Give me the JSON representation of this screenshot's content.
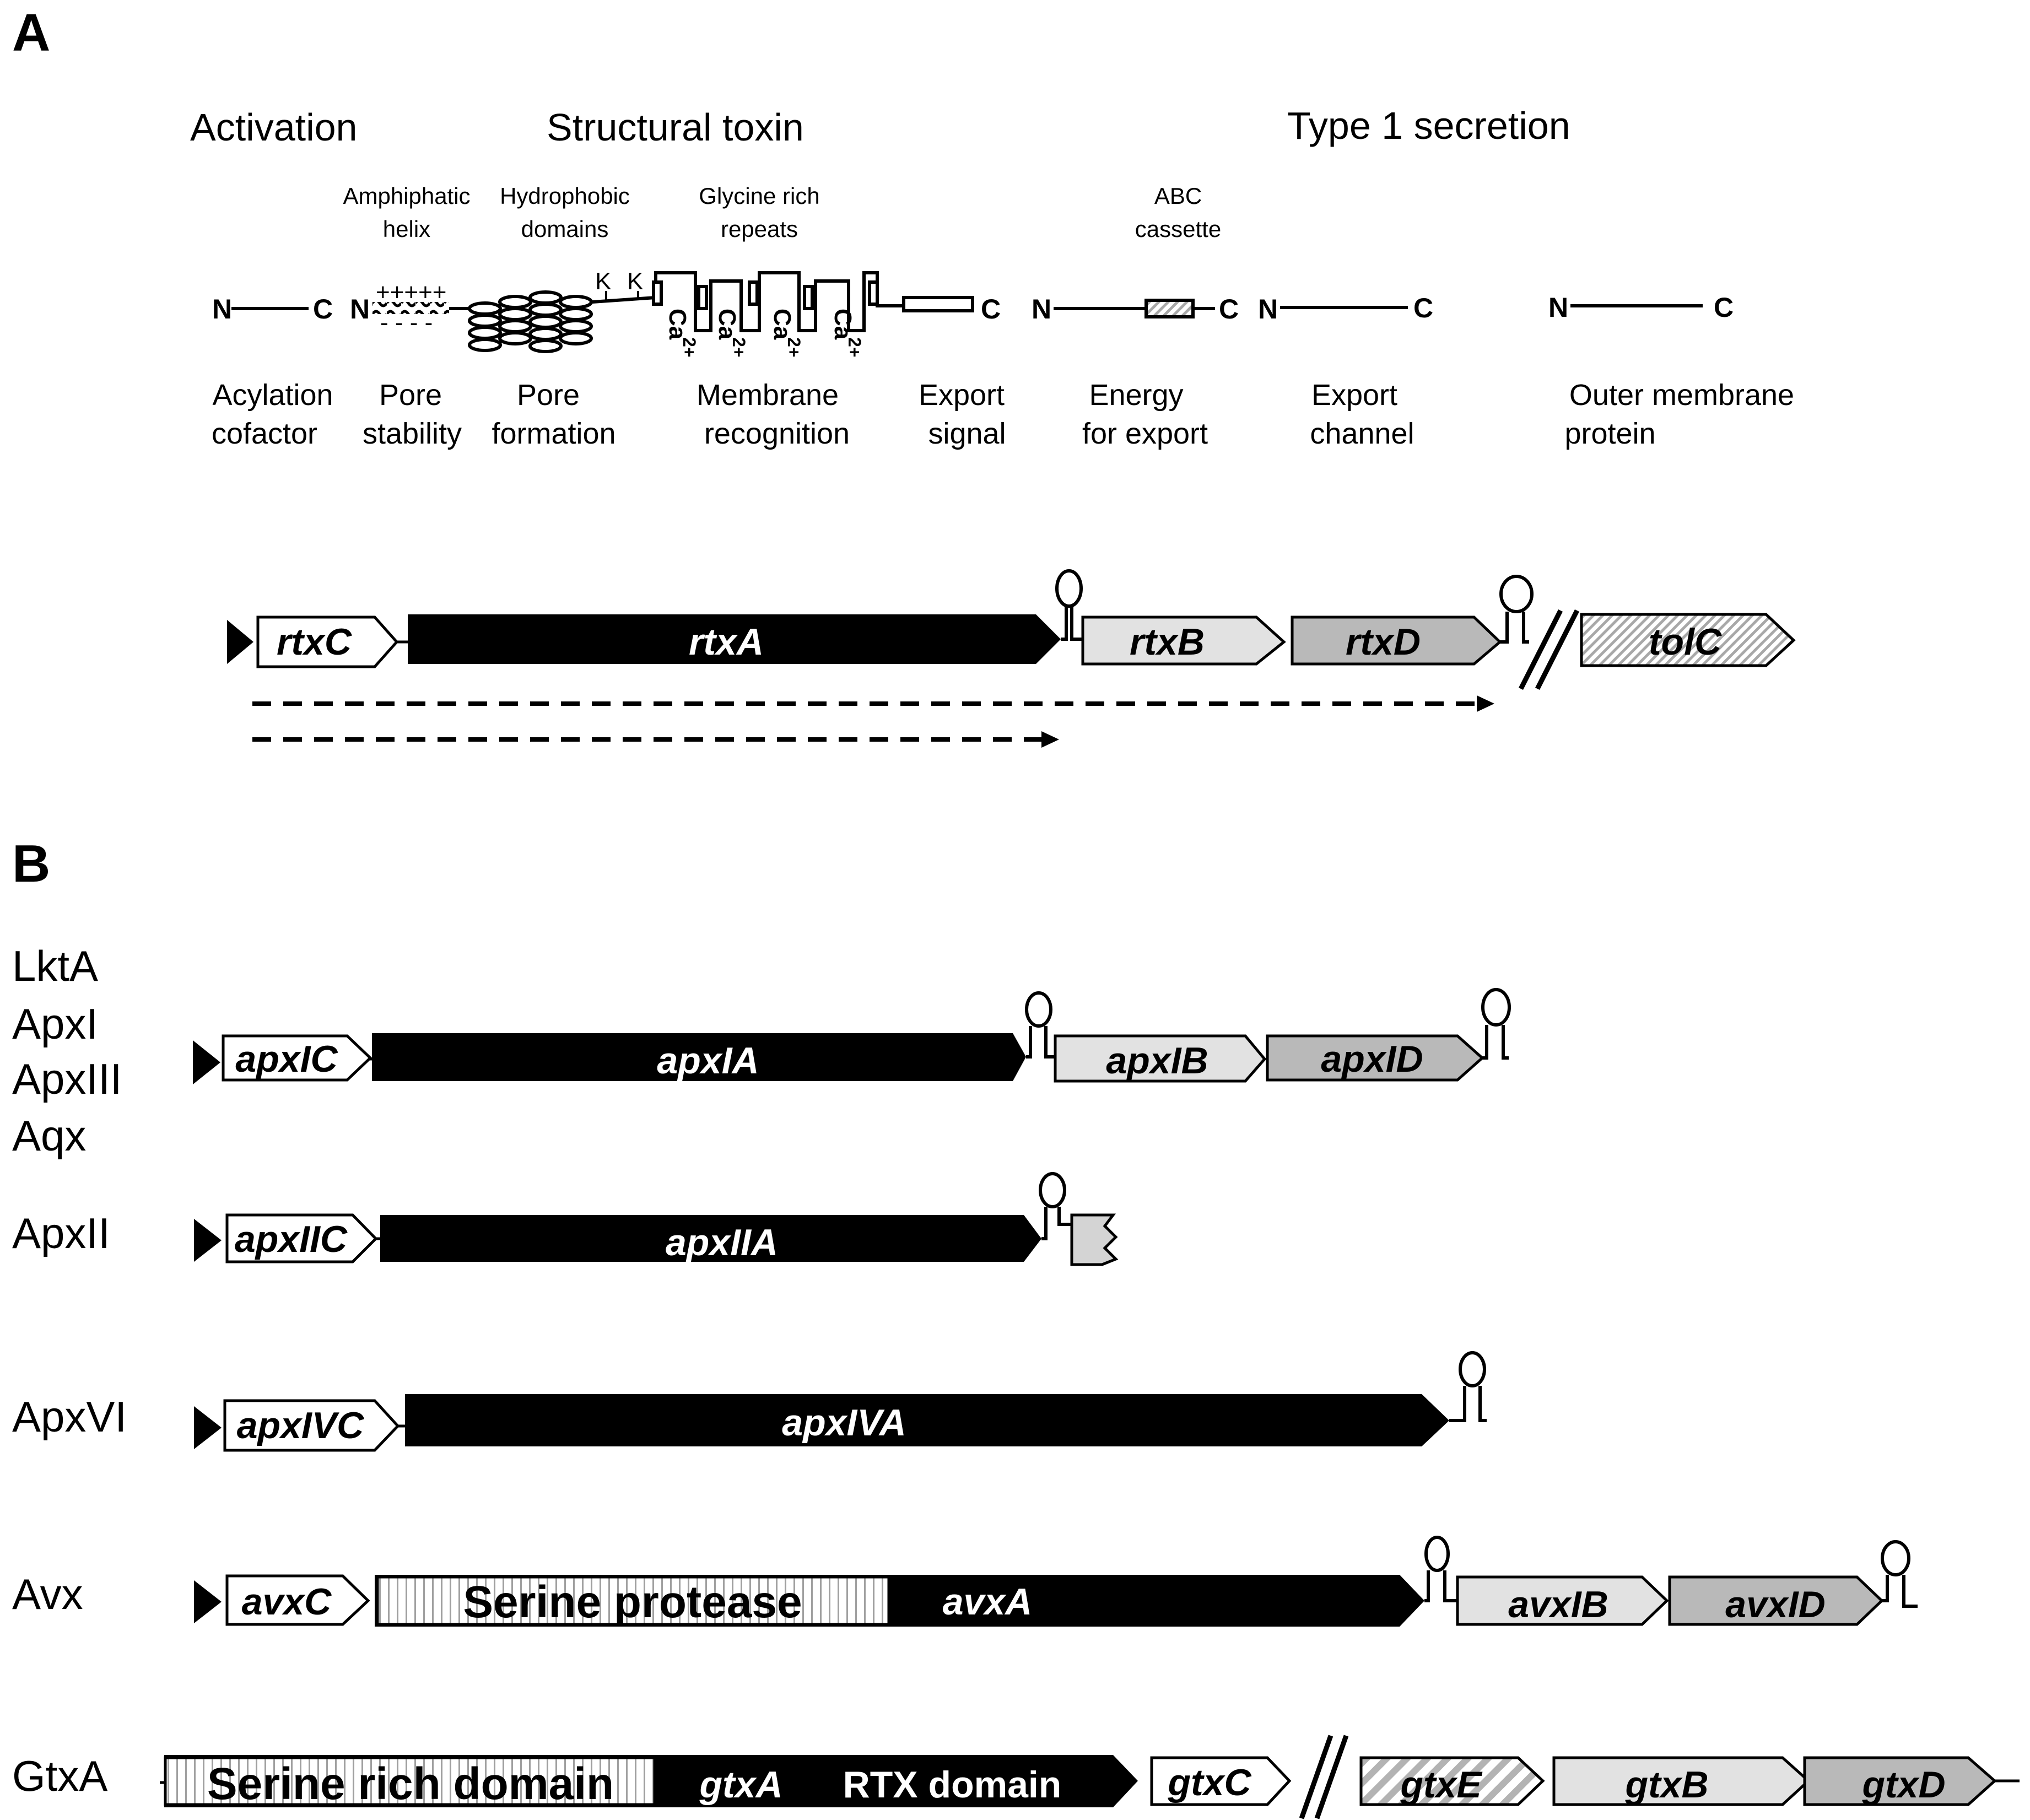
{
  "panel_a": {
    "label": "A",
    "categories": {
      "activation": "Activation",
      "structural": "Structural toxin",
      "secretion": "Type 1 secretion"
    },
    "features": {
      "amphiphatic_1": "Amphiphatic",
      "amphiphatic_2": "helix",
      "hydrophobic_1": "Hydrophobic",
      "hydrophobic_2": "domains",
      "glycine_1": "Glycine rich",
      "glycine_2": "repeats",
      "abc_1": "ABC",
      "abc_2": "cassette"
    },
    "termini": {
      "n": "N",
      "c": "C"
    },
    "marks": {
      "plus": "+++++",
      "minus": "- - - -",
      "lysine": "K",
      "calcium": "Ca",
      "charge": "2+"
    },
    "functions": {
      "acylation_1": "Acylation",
      "acylation_2": "cofactor",
      "pore_stab_1": "Pore",
      "pore_stab_2": "stability",
      "pore_form_1": "Pore",
      "pore_form_2": "formation",
      "membrane_1": "Membrane",
      "membrane_2": "recognition",
      "export_sig_1": "Export",
      "export_sig_2": "signal",
      "energy_1": "Energy",
      "energy_2": "for export",
      "channel_1": "Export",
      "channel_2": "channel",
      "outer_1": "Outer membrane",
      "outer_2": "protein"
    },
    "operon": {
      "rtxC": "rtxC",
      "rtxA": "rtxA",
      "rtxB": "rtxB",
      "rtxD": "rtxD",
      "tolC": "tolC"
    }
  },
  "panel_b": {
    "label": "B",
    "rows": {
      "r1_names": [
        "LktA",
        "ApxI",
        "ApxIII",
        "Aqx"
      ],
      "r1_genes": {
        "c": "apxIC",
        "a": "apxIA",
        "b": "apxIB",
        "d": "apxID"
      },
      "r2_name": "ApxII",
      "r2_genes": {
        "c": "apxIIC",
        "a": "apxIIA"
      },
      "r3_name": "ApxVI",
      "r3_genes": {
        "c": "apxIVC",
        "a": "apxIVA"
      },
      "r4_name": "Avx",
      "r4_genes": {
        "c": "avxC",
        "protease": "Serine protease",
        "a": "avxA",
        "b": "avxIB",
        "d": "avxID"
      },
      "r5_name": "GtxA",
      "r5_genes": {
        "serine": "Serine rich domain",
        "a": "gtxA",
        "rtx": "RTX domain",
        "c": "gtxC",
        "e": "gtxE",
        "b": "gtxB",
        "d": "gtxD"
      }
    }
  },
  "colors": {
    "black": "#000000",
    "white": "#ffffff",
    "light_gray": "#e2e2e2",
    "mid_gray": "#b9b9b9",
    "stripe_gray": "#a8a8a8"
  }
}
